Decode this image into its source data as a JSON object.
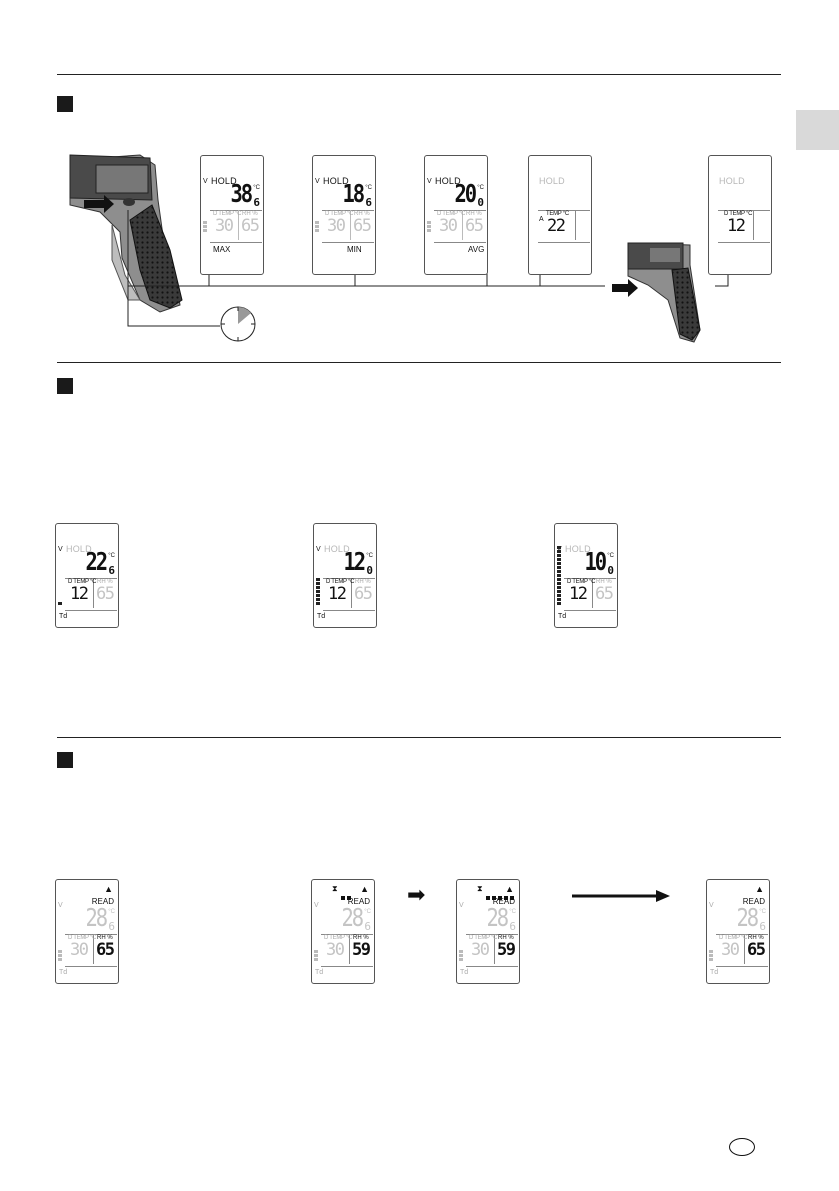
{
  "lang_code": "",
  "section1": {
    "gun_label": "",
    "displays": [
      {
        "hold": "HOLD",
        "big": "38",
        "dec": "6",
        "unit": "°C",
        "dt_label": "D TEMP °C",
        "dt_value": "30",
        "rh_label": "RH %",
        "rh_value": "65",
        "mode": "MAX"
      },
      {
        "hold": "HOLD",
        "big": "18",
        "dec": "6",
        "unit": "°C",
        "dt_label": "D TEMP °C",
        "dt_value": "30",
        "rh_label": "RH %",
        "rh_value": "65",
        "mode": "MIN"
      },
      {
        "hold": "HOLD",
        "big": "20",
        "dec": "0",
        "unit": "°C",
        "dt_label": "D TEMP °C",
        "dt_value": "30",
        "rh_label": "RH %",
        "rh_value": "65",
        "mode": "AVG"
      },
      {
        "hold": "HOLD",
        "prefix": "A",
        "dt_label": "TEMP °C",
        "dt_value": "22"
      },
      {
        "hold": "HOLD",
        "dt_label": "D TEMP °C",
        "dt_value": "12"
      }
    ]
  },
  "section2": {
    "displays": [
      {
        "hold": "HOLD",
        "big": "22",
        "dec": "6",
        "unit": "°C",
        "dt_label": "D TEMP °C",
        "dt_value": "12",
        "rh_label": "RH %",
        "rh_value": "65",
        "td": "Td"
      },
      {
        "hold": "HOLD",
        "big": "12",
        "dec": "0",
        "unit": "°C",
        "dt_label": "D TEMP °C",
        "dt_value": "12",
        "rh_label": "RH %",
        "rh_value": "65",
        "td": "Td"
      },
      {
        "hold": "HOLD",
        "big": "10",
        "dec": "0",
        "unit": "°C",
        "dt_label": "D TEMP °C",
        "dt_value": "12",
        "rh_label": "RH %",
        "rh_value": "65",
        "td": "Td"
      }
    ]
  },
  "section3": {
    "displays": [
      {
        "read": "READ",
        "big": "28",
        "dec": "6",
        "unit": "°C",
        "dt_label": "D TEMP °C",
        "dt_value": "30",
        "rh_label": "RH %",
        "rh_value": "65",
        "td": "Td"
      },
      {
        "read": "READ",
        "big": "28",
        "dec": "6",
        "unit": "°C",
        "dt_label": "D TEMP °C",
        "dt_value": "30",
        "rh_label": "RH %",
        "rh_value": "59",
        "td": "Td"
      },
      {
        "read": "READ",
        "big": "28",
        "dec": "6",
        "unit": "°C",
        "dt_label": "D TEMP °C",
        "dt_value": "30",
        "rh_label": "RH %",
        "rh_value": "59",
        "td": "Td"
      },
      {
        "read": "READ",
        "big": "28",
        "dec": "6",
        "unit": "°C",
        "dt_label": "D TEMP °C",
        "dt_value": "30",
        "rh_label": "RH %",
        "rh_value": "65",
        "td": "Td"
      }
    ]
  }
}
